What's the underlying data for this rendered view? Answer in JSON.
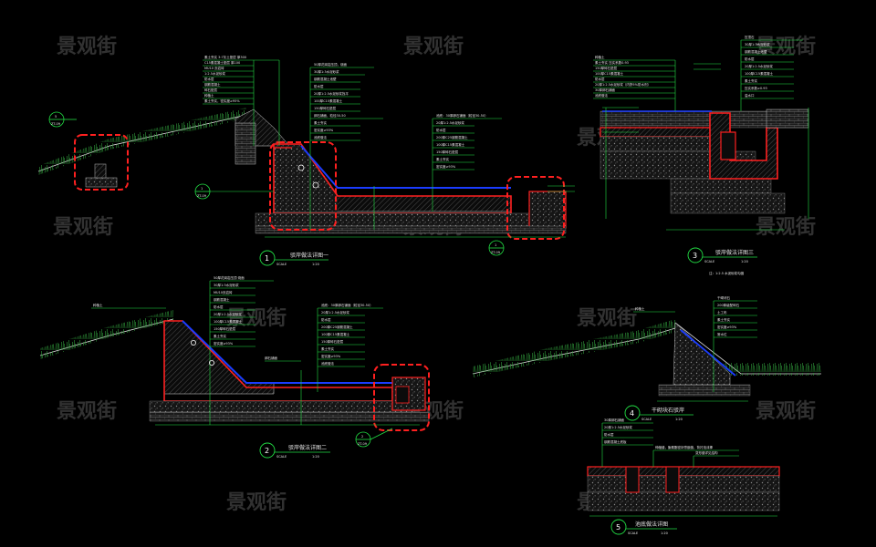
{
  "watermark": "景观街",
  "sections": [
    {
      "number": "1",
      "title": "驳岸做法详图一",
      "scale": "SCALE",
      "ratio": "1:20"
    },
    {
      "number": "2",
      "title": "驳岸做法详图二",
      "scale": "SCALE",
      "ratio": "1:20"
    },
    {
      "number": "3",
      "title": "驳岸做法详图三",
      "scale": "SCALE",
      "ratio": "1:20"
    },
    {
      "number": "4",
      "title": "干砌块石驳岸",
      "scale": "SCALE",
      "ratio": "1:20"
    },
    {
      "number": "5",
      "title": "池底做法详图",
      "scale": "SCALE",
      "ratio": "1:20"
    }
  ],
  "note3": "注：1:2.5 水泥砂浆勾缝",
  "callouts": [
    {
      "id": "c1",
      "top": "5",
      "bottom": "ZT-09"
    },
    {
      "id": "c2",
      "top": "1",
      "bottom": "ZT-09"
    },
    {
      "id": "c3",
      "top": "1",
      "bottom": "ZT-09"
    },
    {
      "id": "c4",
      "top": "2",
      "bottom": "ZT-09"
    }
  ],
  "colors": {
    "background": "#000000",
    "red": "#ff2020",
    "green": "#22dd44",
    "blue": "#1a3cff",
    "white": "#ffffff",
    "watermark": "#5a5a5a"
  }
}
